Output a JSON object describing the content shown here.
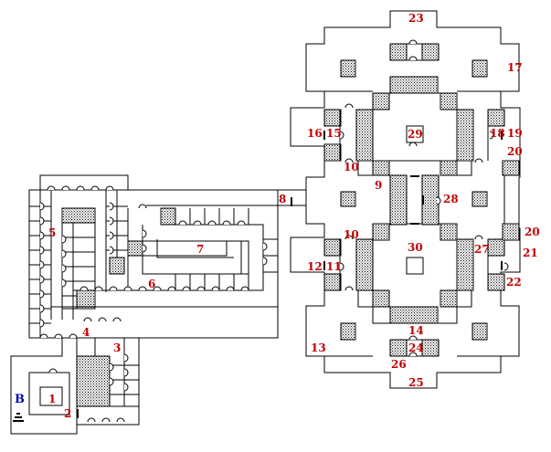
{
  "map_title": "",
  "colors": {
    "label": "#c00000",
    "stairs_label": "#0000b0",
    "wall": "#000000",
    "pillar_fill": "#dcdcdc"
  },
  "stairs": {
    "label": "B",
    "icon": "stairs-down-icon"
  },
  "markers": [
    {
      "id": "1",
      "label": "1"
    },
    {
      "id": "2",
      "label": "2"
    },
    {
      "id": "3",
      "label": "3"
    },
    {
      "id": "4",
      "label": "4"
    },
    {
      "id": "5",
      "label": "5"
    },
    {
      "id": "6",
      "label": "6"
    },
    {
      "id": "7",
      "label": "7"
    },
    {
      "id": "8",
      "label": "8"
    },
    {
      "id": "9",
      "label": "9"
    },
    {
      "id": "10a",
      "label": "10"
    },
    {
      "id": "10b",
      "label": "10"
    },
    {
      "id": "11",
      "label": "11"
    },
    {
      "id": "12",
      "label": "12"
    },
    {
      "id": "13",
      "label": "13"
    },
    {
      "id": "14",
      "label": "14"
    },
    {
      "id": "15",
      "label": "15"
    },
    {
      "id": "16",
      "label": "16"
    },
    {
      "id": "17",
      "label": "17"
    },
    {
      "id": "18",
      "label": "18"
    },
    {
      "id": "19",
      "label": "19"
    },
    {
      "id": "20a",
      "label": "20"
    },
    {
      "id": "20b",
      "label": "20"
    },
    {
      "id": "21",
      "label": "21"
    },
    {
      "id": "22",
      "label": "22"
    },
    {
      "id": "23",
      "label": "23"
    },
    {
      "id": "24",
      "label": "24"
    },
    {
      "id": "25",
      "label": "25"
    },
    {
      "id": "26",
      "label": "26"
    },
    {
      "id": "27",
      "label": "27"
    },
    {
      "id": "28",
      "label": "28"
    },
    {
      "id": "29",
      "label": "29"
    },
    {
      "id": "30",
      "label": "30"
    }
  ]
}
